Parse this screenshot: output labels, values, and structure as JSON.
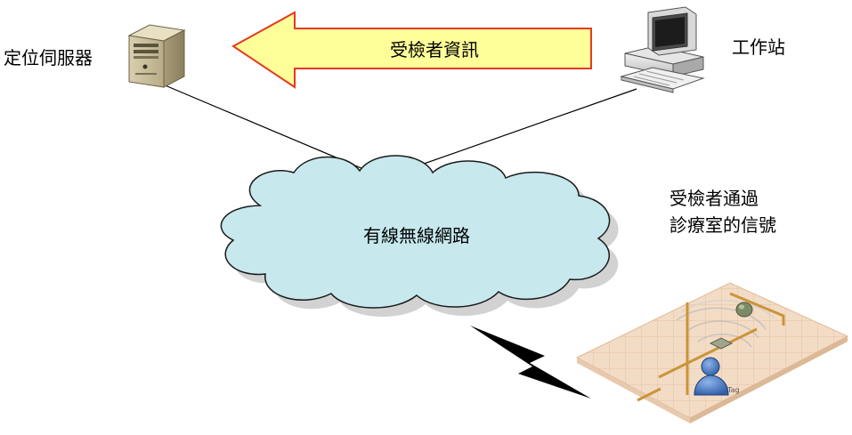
{
  "labels": {
    "server": "定位伺服器",
    "workstation": "工作站",
    "arrow": "受檢者資訊",
    "network": "有線無線網路",
    "signal_line1": "受檢者通過",
    "signal_line2": "診療室的信號",
    "tag": "Tag"
  },
  "icons": {
    "server": "server-tower-icon",
    "workstation": "desktop-computer-icon",
    "network": "cloud-icon",
    "signal": "lightning-bolt-icon",
    "room": "room-floor-plan-icon",
    "person": "person-icon"
  },
  "colors": {
    "arrow_fill": "#FFFF99",
    "arrow_stroke": "#E53A20",
    "cloud_fill": "#C7E8EC",
    "cloud_stroke": "#1A1A1A",
    "bolt": "#000000",
    "floor": "#F3DCC6",
    "person": "#2F5FA8"
  }
}
